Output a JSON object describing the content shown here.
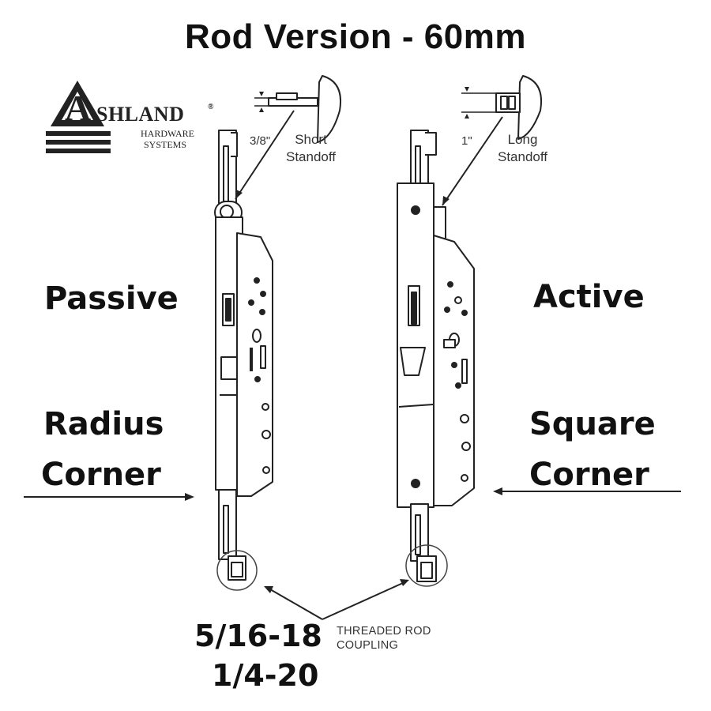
{
  "title": "Rod Version - 60mm",
  "logo": {
    "letter": "A",
    "name": "SHLAND",
    "registered": "®",
    "line2": "HARDWARE",
    "line3": "SYSTEMS"
  },
  "labels": {
    "passive": "Passive",
    "active": "Active",
    "radius_line1": "Radius",
    "radius_line2": "Corner",
    "square_line1": "Square",
    "square_line2": "Corner",
    "thread_1": "5/16-18",
    "thread_2": "1/4-20"
  },
  "callouts": {
    "short_dim": "3/8\"",
    "short_line1": "Short",
    "short_line2": "Standoff",
    "long_dim": "1\"",
    "long_line1": "Long",
    "long_line2": "Standoff",
    "rod_line1": "THREADED ROD",
    "rod_line2": "COUPLING"
  }
}
